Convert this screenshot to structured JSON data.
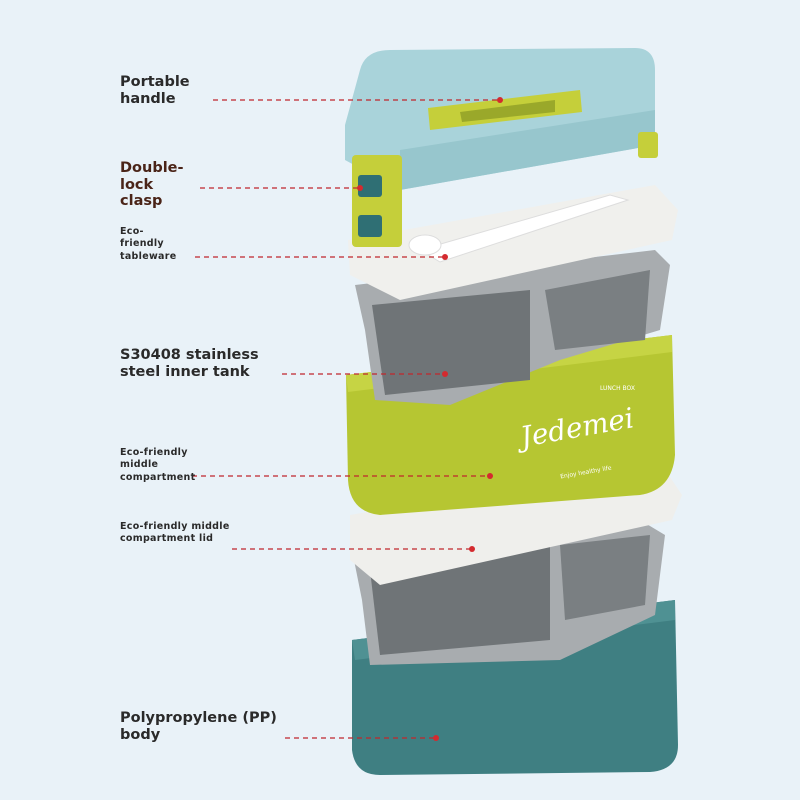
{
  "labels": {
    "handle": "Portable handle",
    "clasp": "Double-lock clasp",
    "tableware": "Eco-friendly tableware",
    "tank": "S30408 stainless steel inner tank",
    "middle": "Eco-friendly middle compartment",
    "lid": "Eco-friendly middle compartment lid",
    "body": "Polypropylene (PP) body"
  },
  "brand": {
    "name": "Jedemei",
    "tag": "LUNCH BOX",
    "slogan": "Enjoy healthy life"
  },
  "colors": {
    "background": "#e9f2f8",
    "leader": "#c0272d",
    "lid": "#a9d3da",
    "handle": "#c5cf3a",
    "middle": "#b6c632",
    "body": "#3f7f82"
  }
}
